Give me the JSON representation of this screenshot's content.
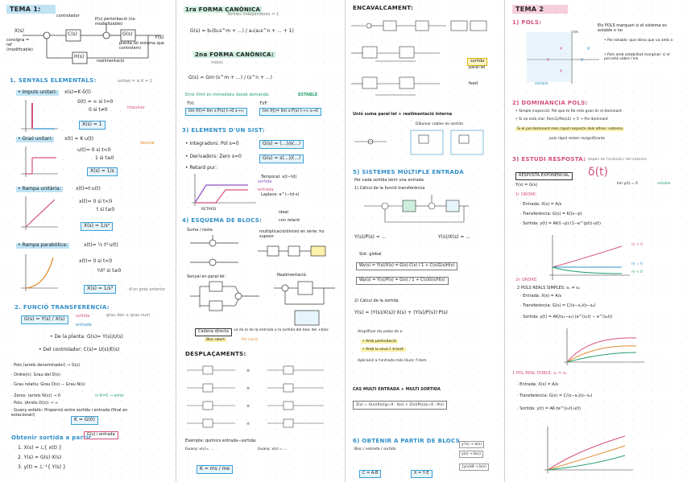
{
  "col1": {
    "title": "TEMA 1:",
    "block_labels": {
      "controlador": "controlador",
      "pertorbacio": "P(s) pertorbació (no modelitzable)",
      "x": "X(s)",
      "c": "C(s)",
      "gs": "G(s)",
      "hs": "H(s)",
      "consigna": "consigna = ref (modificable)",
      "y": "Y(s)",
      "planta": "planta (el sistema que controlem)",
      "realimentacio": "realimentació"
    },
    "sec1": "1. SENYALS ELEMENTALS:",
    "unitari": "unitari = si K = 1",
    "impuls": {
      "label": "• Impuls unitari:",
      "eq": "x(s)=K·δ(t)",
      "def1": "δ(t) = ∞ si t=0",
      "def2": "0 si t≠0",
      "box": "X(s) = 1",
      "note1": "impulsar",
      "note2": "desviar"
    },
    "graó": {
      "label": "• Graó unitari:",
      "eq": "x(t) = K·u(t)",
      "def1": "u(t)= 0 si t<0",
      "def2": "1 si t≥0",
      "box": "X(s) = 1/s"
    },
    "rampa": {
      "label": "• Rampa unitària:",
      "eq": "x(t)=t·u(t)",
      "def1": "x(t)= 0 si t<0",
      "def2": "t si t≥0",
      "box": "X(s) = 1/s²"
    },
    "parab": {
      "label": "• Rampa parabòlica:",
      "eq": "x(t)= ½ t²·u(t)",
      "def1": "x(t)= 0 si t<0",
      "def2": "½t² si t≥0",
      "box": "X(s) = 1/s³",
      "note": "d'un graó anterior"
    },
    "sec2": "2. FUNCIÓ TRANSFERÈNCIA:",
    "grau": "grau den ≥ grau num",
    "gs_box": "G(s) = Y(s) / X(s)",
    "sortida": "sortida",
    "entrada": "entrada",
    "planta_eq": "• De la planta: G(s)= Y(s)/U(s)",
    "contr_eq": "• Del controlador: C(s)= U(s)/E(s)",
    "pols": "· Pols (arrels denominador) → G(s)",
    "ordre": "· Ordre(n): Grau del D(s)",
    "grau_rel": "· Grau relatiu: Grau D(s) − Grau N(s)",
    "zeros": "· Zeros: (arrels N(s)) → 0",
    "pols2": "· Pols: (Arrels D(s)) → ∞",
    "guany": "· Guany estàtic: Proporció entre sortida i entrada (final en estacionari)",
    "k_eq": "K = G(0)",
    "k_note": "si K=0 → error",
    "sec3": "Obtenir sortida a partir",
    "sec3b": "G(s) i entrada",
    "steps": [
      "1. X(s) = ℒ{ x(t) }",
      "2. Y(s) = G(s)·X(s)",
      "3. y(t) = ℒ⁻¹{ Y(s) }"
    ]
  },
  "col2": {
    "sec1": "1ra FORMA CANÒNICA",
    "termes": "Termes independents = 1",
    "g_eq": "G(s) = b₀(b₁s^m + ...) / a₀(a₁s^n + ... + 1)",
    "sec2": "2na FORMA CANÒNICA:",
    "sec2b": "mònic",
    "g2_eq": "G(s) = Gm·(s^m + ...) / (s^n + ...)",
    "estable": "ESTABLE",
    "stable_note": "Error límit en immediata desde demanda:",
    "tvi": "TVI:",
    "tvf": "TVF:",
    "tvi_eq": "lim f(t)= lim s·F(s)  t→0  s→∞",
    "tvf_eq": "lim f(t)= lim s·F(s)  t→∞  s→0",
    "sec3": "3) ELEMENTS D'UN SIST:",
    "integradors": "• Integradors: Pol s=0",
    "derivadors": "• Derivadors: Zero s=0",
    "retard": "• Retard pur:",
    "g_int": "G(s) = (...)/s(...)",
    "g_der": "G(s) = s(...)/(...)",
    "g_ret": "Temporal: x(t−td)",
    "laplace": "Laplace: e^(−td·s)",
    "sortida": "sortida",
    "entrada": "entrada",
    "retard_lbl": "RETARD",
    "sec4": "4) ESQUEMA DE BLOCS:",
    "ideal": "ideal",
    "con_retard": "con retard",
    "suma": "Suma / resta",
    "mult": "multiplicació/divisió en sèrie: ho suposo",
    "senyal_eq": "Senyal en paral·lel:",
    "realim": "Realimentació:",
    "cadena": "Cadena directa",
    "cadena_note": "va de la de la entrada a la sortida del bloc del +bloc",
    "cadena2": "Bloc obert",
    "cadena3": "Pel canal",
    "sec5": "DESPLAÇAMENTS:",
    "exemple": "Exemple: químics entrada−sortida:",
    "guany1": "Guany: x(s)= ...",
    "guany2": "Guany: x(s) = ...",
    "k_eq": "K = ms / me"
  },
  "col3": {
    "sec1": "ENCAVALCAMENT:",
    "sortida": "sortida",
    "paral": "paral·lel",
    "feed": "feed",
    "sec2": "Unió suma paral·lel + realimentació interna",
    "dibuix": "Dibuixar cables de sortida",
    "sec3": "5) SISTEMES MÚLTIPLE ENTRADA",
    "nota": "Per cada sortida tenir una entrada",
    "calc": "1) Càlcul de la funció transferència",
    "eq1": "Y(s)/P(s) = ...",
    "eq2": "Y(s)/X(s) = ...",
    "sist": "Sist. global",
    "wy": "Wy(s) = Y(s)/X(s) = G(s)·C(s) / 1 + C(s)G(s)H(s)",
    "wp": "Wp(s) = Y(s)/P(s) = G(s) / 1 + C(s)G(s)H(s)",
    "calc2": "2) Càlcul de la sortida",
    "ysum": "Y(s) = (Y(s)/X(s))·X(s) + (Y(s)/P(s))·P(s)",
    "amplif": "Amplificar els polos de x:",
    "b1": "• Amb pertorbació",
    "b2": "• Amb la seva f. transf.",
    "aplicar": "Aplicació a l'entrada més lliure: f·item",
    "sec4": "CAS MULTI ENTRADA + MULTI SORTIDA",
    "matrix": "Z(s) = G(s)/X(s)|p=0 · X(s) + Z(s)/P(s)|x=0 · P(s)",
    "sec5": "6) OBTENIR A PARTIR DE BLOCS",
    "blocs": "Bloc / entrada / sortida",
    "c_eq": "C = A·B",
    "x_eq": "X = Y·E",
    "list": [
      "y'(s) → a(s)",
      "y(s) → b(s)",
      "∫y(s)dt → b(s)"
    ]
  },
  "col4": {
    "title": "TEMA 2",
    "sec1": "1) POLS:",
    "mesura": "Els POLS marquen si el sistema es estable o no",
    "note1": "• Pol estable: que dóna que va amb a",
    "note2": "• Pols amb estabilitat marginal: si el pol està sobre l'eix",
    "axis": "Im",
    "stable_reg": "estable",
    "sec2": "2) DOMINÀNCIA POLS:",
    "dom1": "• Simple inspecció: Pol que te Re més gran és el dominant",
    "dom2": "• Si no està clar: Re(s1)/Re(s2) > 5 → Pol dominant",
    "dom3": "Si el pol dominant més ràpid respecte dels altres: sistema",
    "dom4": "pols ràpid resten insignificants",
    "sec3": "3) ESTUDI RESPOSTA:",
    "sub3": "depèn de l'entrada i del sistema",
    "resposta": "RESPOSTA EXPONENCIAL",
    "delta": "δ(t)",
    "ys": "Y(s) = G(s)",
    "lim": "lim y(t) = 0",
    "estable": "estable",
    "orden1": "1r ORDRE:",
    "entrada1": "· Entrada: X(s) = A/s",
    "transf1": "· Transferència: G(s) = K/(s−p)",
    "sortida1": "· Sortida: y(t) = AK/(−p)·(1−e^(pt))·u(t)",
    "orden2": "2n ORDRE:",
    "pols2": "2 POLS REALS SIMPLES: s₁ ≠ s₂",
    "entrada2": "· Entrada: X(s) = A/s",
    "transf2": "· Transferència: G(s) = C/(s−s₁)(s−s₂)",
    "sortida2": "· Sortida: y(t) = AK/(s₁−s₂)·(e^(s₁t) − e^(s₂t))",
    "doble": "1 POL REAL DOBLE: s₁ = s₂",
    "entrada3": "· Entrada: X(s) = A/s",
    "transf3": "· Transferència: G(s) = C/(s−s₁)(s−s₂)",
    "sortida3": "· Sortida: y(t) = AK·te^(s₁t)·u(t)",
    "legend": [
      "m > 0",
      "m = 0",
      "m < 0"
    ]
  }
}
